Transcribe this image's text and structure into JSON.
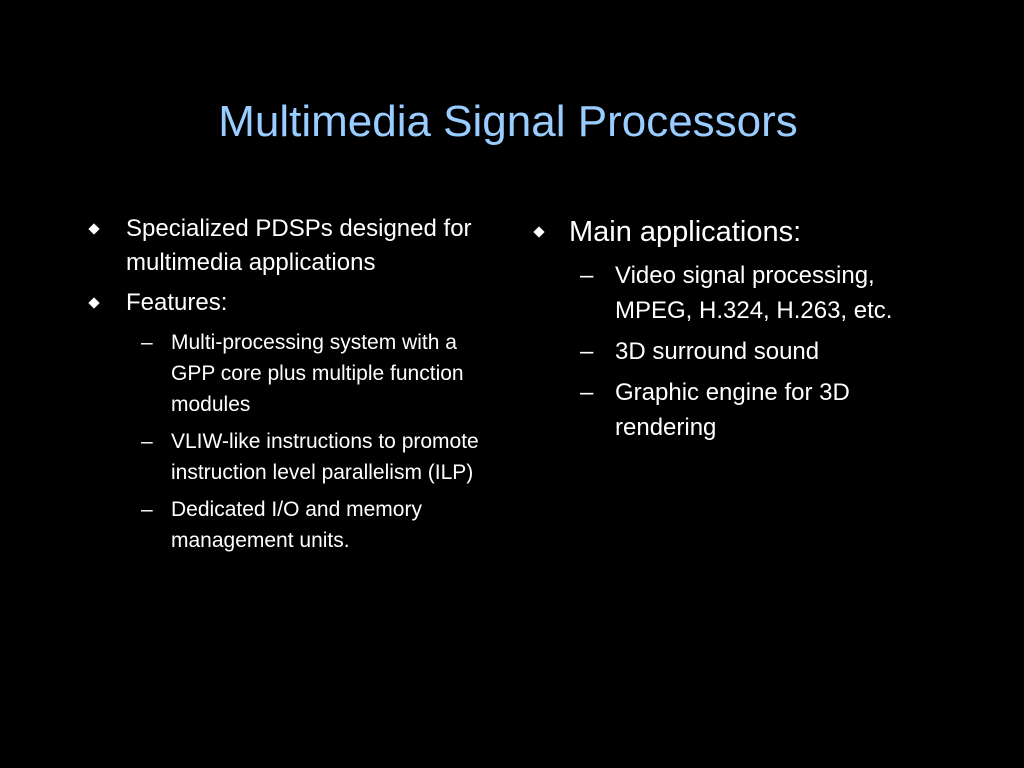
{
  "slide": {
    "title": "Multimedia Signal Processors",
    "colors": {
      "background": "#000000",
      "title": "#99ccff",
      "text": "#ffffff"
    },
    "left": {
      "bullet_1": "Specialized PDSPs designed for multimedia applications",
      "bullet_2": "Features:",
      "sub_items": [
        "Multi-processing system with a GPP core plus multiple function modules",
        "VLIW-like instructions to promote instruction level parallelism (ILP)",
        "Dedicated I/O and memory management units."
      ]
    },
    "right": {
      "bullet_1": "Main applications:",
      "sub_items": [
        "Video signal processing, MPEG, H.324, H.263, etc.",
        "3D surround sound",
        "Graphic engine for 3D rendering"
      ]
    },
    "dash_symbol": "–"
  }
}
